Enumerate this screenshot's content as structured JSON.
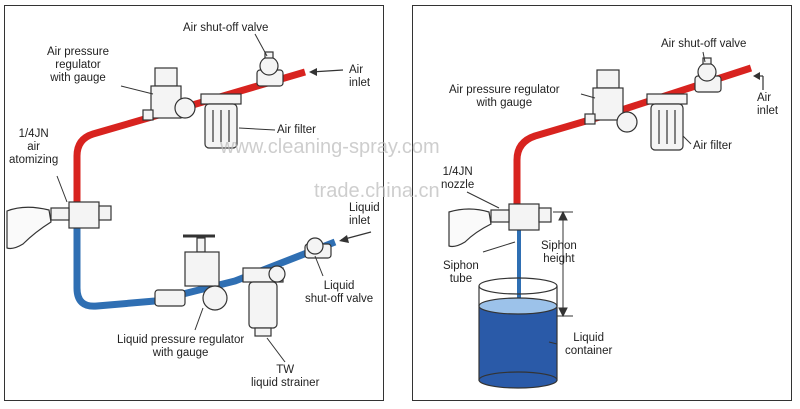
{
  "colors": {
    "air_line": "#d8231f",
    "liquid_line": "#2f6fb3",
    "liquid_fill": "#2a5aa8",
    "outline": "#333333"
  },
  "left": {
    "air_shutoff_valve": "Air shut-off valve",
    "air_pressure_regulator": [
      "Air pressure",
      "regulator",
      "with gauge"
    ],
    "air_inlet": [
      "Air",
      "inlet"
    ],
    "air_filter": "Air filter",
    "nozzle": [
      "1/4JN",
      "air",
      "atomizing"
    ],
    "liquid_inlet": [
      "Liquid",
      "inlet"
    ],
    "liquid_shutoff_valve": [
      "Liquid",
      "shut-off valve"
    ],
    "liquid_pressure_regulator": [
      "Liquid pressure regulator",
      "with gauge"
    ],
    "liquid_strainer": [
      "TW",
      "liquid strainer"
    ]
  },
  "right": {
    "air_shutoff_valve": "Air shut-off valve",
    "air_pressure_regulator": [
      "Air pressure regulator",
      "with gauge"
    ],
    "air_inlet": [
      "Air",
      "inlet"
    ],
    "air_filter": "Air filter",
    "nozzle": [
      "1/4JN",
      "nozzle"
    ],
    "siphon_height": [
      "Siphon",
      "height"
    ],
    "siphon_tube": [
      "Siphon",
      "tube"
    ],
    "liquid_container": [
      "Liquid",
      "container"
    ]
  },
  "watermarks": {
    "site": "www.cleaning-spray.com",
    "trade": "trade.china.cn"
  }
}
